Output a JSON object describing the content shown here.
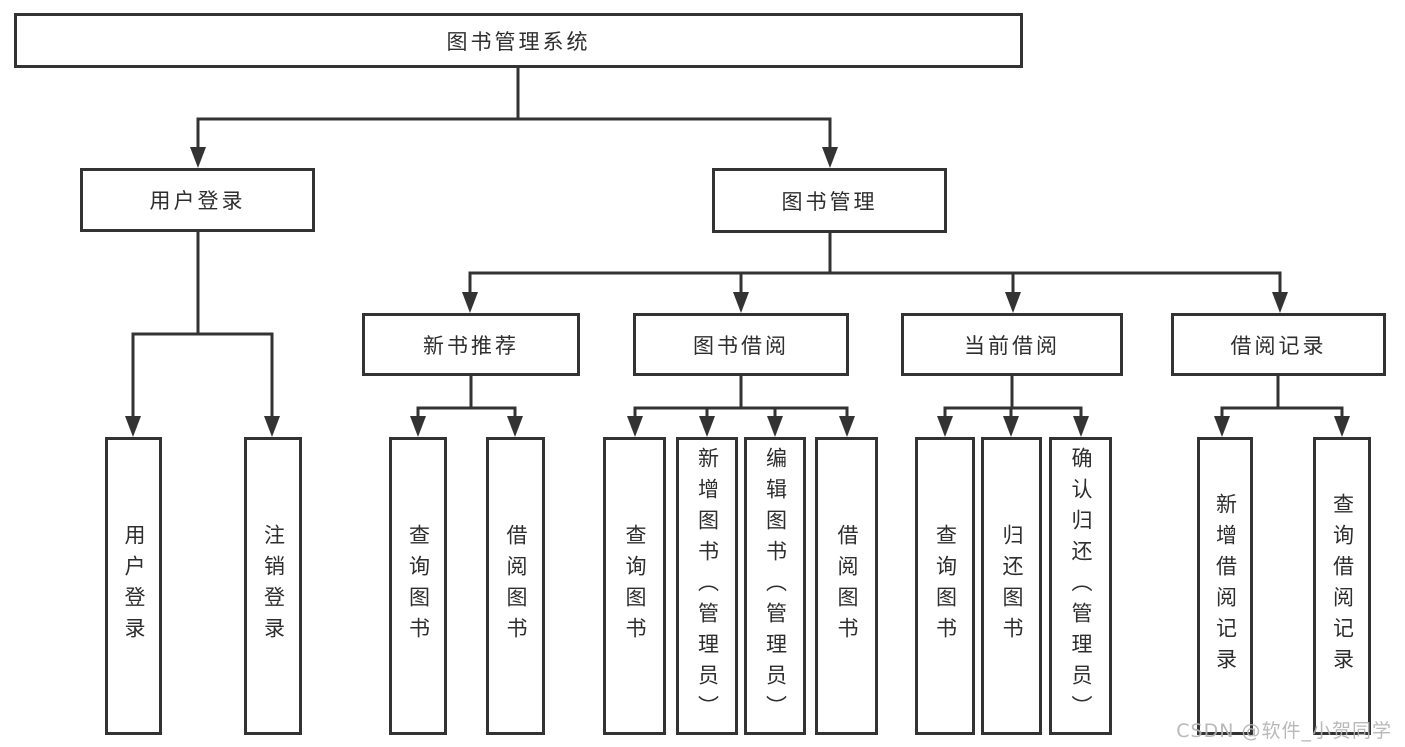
{
  "diagram": {
    "title": "图书管理系统",
    "nodes": {
      "root": "图书管理系统",
      "user_login": "用户登录",
      "book_management": "图书管理",
      "new_books": "新书推荐",
      "book_borrowing": "图书借阅",
      "current_borrowing": "当前借阅",
      "borrowing_records": "借阅记录"
    },
    "leaves": {
      "user_login": [
        "用户登录",
        "注销登录"
      ],
      "new_books": [
        "查询图书",
        "借阅图书"
      ],
      "book_borrowing": [
        "查询图书",
        "新增图书（管理员）",
        "编辑图书（管理员）",
        "借阅图书"
      ],
      "current_borrowing": [
        "查询图书",
        "归还图书",
        "确认归还（管理员）"
      ],
      "borrowing_records": [
        "新增借阅记录",
        "查询借阅记录"
      ]
    }
  },
  "watermark": {
    "text": "CSDN @软件_小贺同学"
  },
  "colors": {
    "line": "#333333",
    "box_border": "#333333",
    "text": "#2e2e2e",
    "watermark": "#b3b3b3",
    "background": "#ffffff"
  }
}
